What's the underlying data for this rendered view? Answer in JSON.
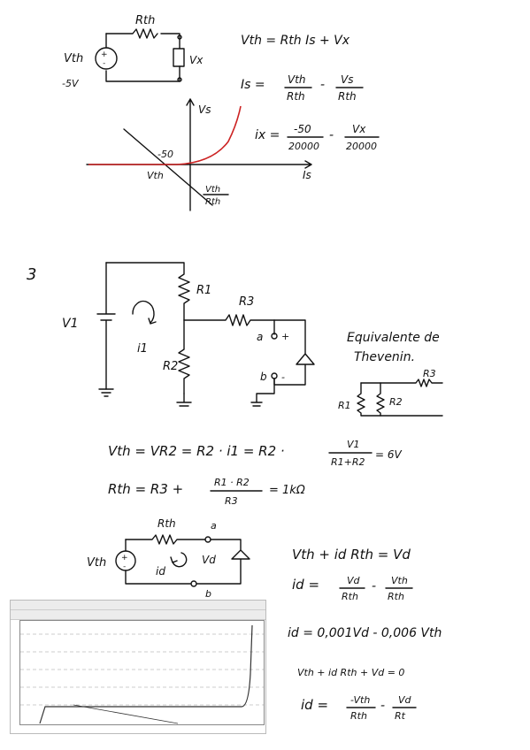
{
  "section_number": "3",
  "top": {
    "circuit_labels": {
      "rth": "Rth",
      "vx": "Vx",
      "vth": "Vth",
      "vth_value": "-5V"
    },
    "eq1": "Vth = Rth Is + Vx",
    "eq2_lhs": "Is =",
    "eq2_num1": "Vth",
    "eq2_den1": "Rth",
    "eq2_num2": "Vs",
    "eq2_den2": "Rth",
    "eq3_lhs": "ix =",
    "eq3_num1": "-50",
    "eq3_den1": "20000",
    "eq3_num2": "Vx",
    "eq3_den2": "20000",
    "graph_labels": {
      "vs": "Vs",
      "is": "Is",
      "minus50": "-50",
      "vth": "Vth",
      "vth_over": "Vth",
      "rth": "Rth"
    }
  },
  "middle": {
    "circuit_labels": {
      "v1": "V1",
      "r1": "R1",
      "r2": "R2",
      "r3": "R3",
      "i1": "i1",
      "a": "a",
      "b": "b",
      "plus": "+",
      "minus": "-"
    },
    "thevenin_title_1": "Equivalente de",
    "thevenin_title_2": "Thevenin.",
    "thevenin_labels": {
      "r1": "R1",
      "r2": "R2",
      "r3": "R3"
    },
    "eq_vth": "Vth = VR2 = R2 · i1 = R2 ·",
    "eq_vth_num": "V1",
    "eq_vth_den": "R1+R2",
    "eq_vth_result": "= 6V",
    "eq_rth_lhs": "Rth = R3 +",
    "eq_rth_num": "R1 · R2",
    "eq_rth_den": "R3",
    "eq_rth_result": "= 1kΩ"
  },
  "bottom": {
    "circuit_labels": {
      "rth": "Rth",
      "a": "a",
      "vth": "Vth",
      "id": "id",
      "vd": "Vd",
      "plus": "+",
      "minus": "-",
      "b": "b"
    },
    "eq1": "Vth + id Rth = Vd",
    "eq2_lhs": "id =",
    "eq2_num1": "Vd",
    "eq2_den1": "Rth",
    "eq2_num2": "Vth",
    "eq2_den2": "Rth",
    "eq3": "id = 0,001Vd - 0,006 Vth",
    "eq4": "Vth + id Rth + Vd = 0",
    "eq5_lhs": "id =",
    "eq5_num1": "-Vth",
    "eq5_den1": "Rth",
    "eq5_num2": "Vd",
    "eq5_den2": "Rt"
  },
  "colors": {
    "ink": "#111111",
    "curve": "#cc2222",
    "sim_trace": "#333333",
    "sim_grid": "#999999"
  }
}
